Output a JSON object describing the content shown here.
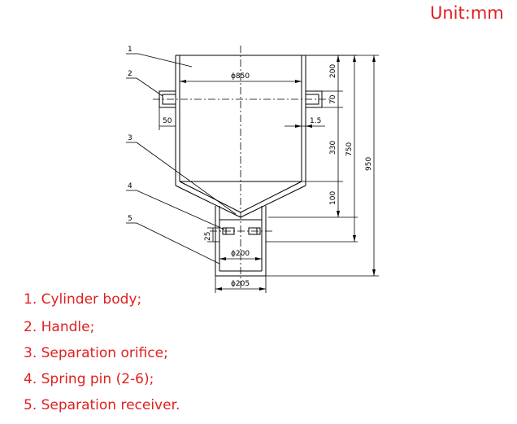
{
  "unit_label": "Unit:mm",
  "part_numbers": [
    "1",
    "2",
    "3",
    "4",
    "5"
  ],
  "dimensions": {
    "top_diameter": "ϕ850",
    "handle_width": "50",
    "wall_thickness": "1.5",
    "dim_200": "200",
    "dim_70": "70",
    "dim_330": "330",
    "dim_100": "100",
    "dim_750": "750",
    "dim_950": "950",
    "dim_25": "25",
    "receiver_inner_diameter": "ϕ200",
    "receiver_outer_diameter": "ϕ205"
  },
  "legend": [
    "1. Cylinder body;",
    "2. Handle;",
    "3. Separation orifice;",
    "4. Spring pin (2-6);",
    "5. Separation receiver."
  ],
  "colors": {
    "legend_text": "#e02020",
    "drawing": "#000000"
  }
}
